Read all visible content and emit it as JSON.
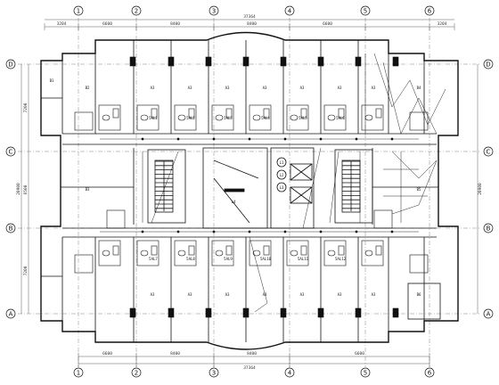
{
  "axes": {
    "columns": [
      "1",
      "2",
      "3",
      "4",
      "5",
      "6"
    ],
    "rows": [
      "D",
      "C",
      "B",
      "A"
    ]
  },
  "dimensions": {
    "top_total": "37364",
    "bottom_total": "37364",
    "top_segments": [
      "3204",
      "6600",
      "8400",
      "8400",
      "6600",
      "3204"
    ],
    "bottom_segments": [
      "6600",
      "8400",
      "8400",
      "6600"
    ],
    "left_total": "20900",
    "left_segments": [
      "7200",
      "6500",
      "7200"
    ],
    "right_total": "20900"
  },
  "room_labels_top": [
    "A3",
    "A3",
    "A3",
    "A3",
    "A3",
    "A3",
    "A3"
  ],
  "room_labels_bottom": [
    "A3",
    "A3",
    "A3",
    "A3",
    "A3",
    "A3",
    "A3"
  ],
  "core_labels": [
    "L1",
    "L2",
    "L3",
    "L4"
  ],
  "panel_tags_top": [
    "5AL1",
    "5AL2",
    "5AL3",
    "5AL4",
    "5AL5",
    "5AL6"
  ],
  "panel_tags_bottom": [
    "5AL7",
    "5AL8",
    "5AL9",
    "5AL10",
    "5AL11",
    "5AL12"
  ],
  "side_labels": [
    "B1",
    "B2",
    "B3",
    "B4",
    "B5",
    "B6"
  ]
}
